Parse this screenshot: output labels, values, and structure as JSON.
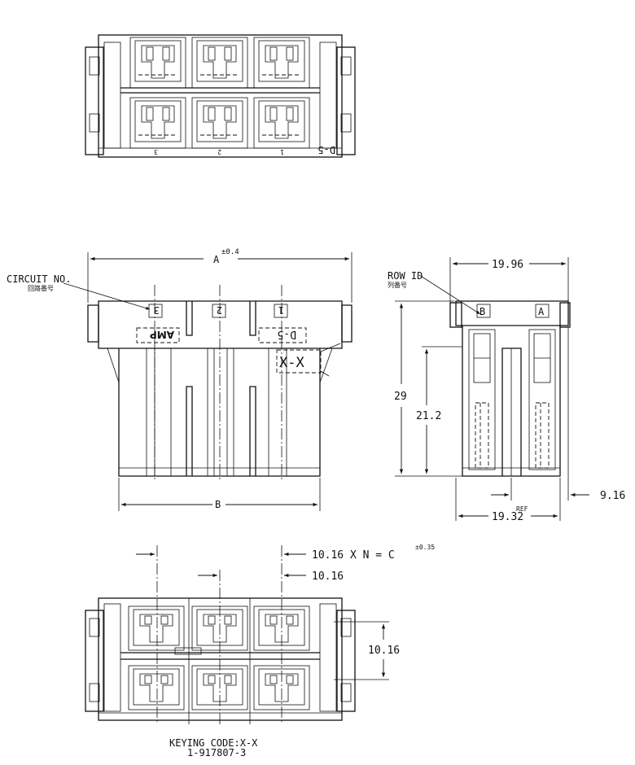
{
  "drawing": {
    "circuit_label": "CIRCUIT NO.",
    "circuit_label_jp": "回路番号",
    "row_id_label": "ROW ID",
    "row_id_label_jp": "列番号",
    "dim_a": "A",
    "dim_a_tol": "±0.4",
    "dim_b": "B",
    "dim_1996": "19.96",
    "dim_29": "29",
    "dim_212": "21.2",
    "dim_916": "9.16",
    "dim_ref": "REF",
    "dim_1932": "19.32",
    "pitch_formula": "10.16 X N = C",
    "pitch_tol": "±0.35",
    "pitch": "10.16",
    "row_pitch": "10.16",
    "circuit_marks": [
      "3",
      "2",
      "1"
    ],
    "row_marks": [
      "B",
      "A"
    ],
    "keying_box": "X-X",
    "d5_box": "D-5",
    "amp_logo": "AMP",
    "top_view_marks": [
      "3",
      "2",
      "1"
    ],
    "top_view_d5": "D-5",
    "keying_code": "KEYING CODE:X-X",
    "part_number": "1-917807-3"
  }
}
